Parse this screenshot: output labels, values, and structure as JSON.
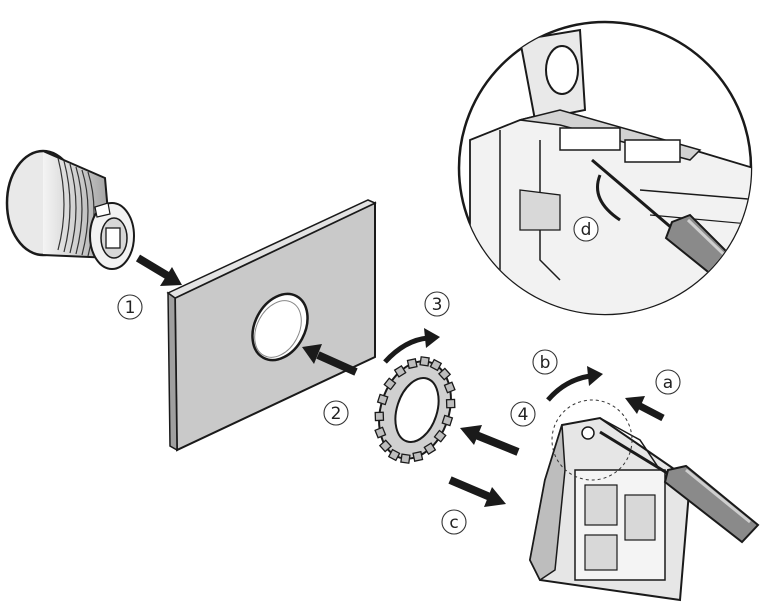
{
  "diagram": {
    "steps": [
      {
        "id": "step-1",
        "label": "1"
      },
      {
        "id": "step-2",
        "label": "2"
      },
      {
        "id": "step-3",
        "label": "3"
      },
      {
        "id": "step-4",
        "label": "4"
      }
    ],
    "substeps": [
      {
        "id": "sub-a",
        "label": "a"
      },
      {
        "id": "sub-b",
        "label": "b"
      },
      {
        "id": "sub-c",
        "label": "c"
      },
      {
        "id": "sub-d",
        "label": "d"
      }
    ]
  },
  "colors": {
    "panel": "#c9c9c9",
    "outline": "#1a1a1a",
    "arrow": "#1a1a1a",
    "screwdriver_handle": "#8a8a8a",
    "component_light": "#e6e6e6",
    "component_mid": "#bdbdbd"
  },
  "icons": [
    "push-button-head-icon",
    "mounting-panel-icon",
    "lock-nut-icon",
    "contact-block-icon",
    "screwdriver-icon",
    "magnified-detail-icon"
  ]
}
